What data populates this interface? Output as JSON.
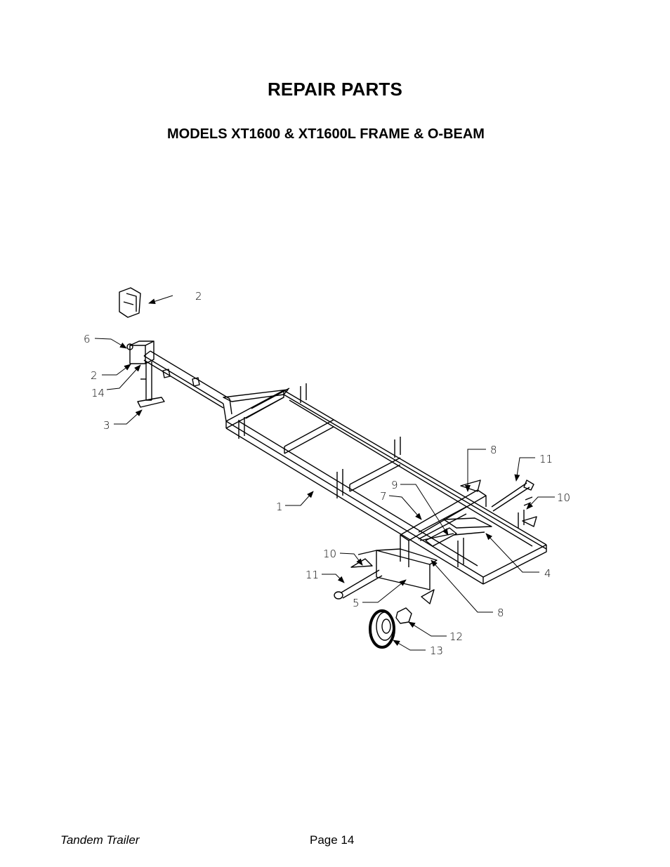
{
  "header": {
    "title": "REPAIR PARTS",
    "subtitle": "MODELS XT1600 & XT1600L FRAME & O-BEAM"
  },
  "diagram": {
    "callouts": {
      "c1": "1",
      "c2a": "2",
      "c2b": "2",
      "c3": "3",
      "c4": "4",
      "c5": "5",
      "c6": "6",
      "c7": "7",
      "c8a": "8",
      "c8b": "8",
      "c9": "9",
      "c10a": "10",
      "c10b": "10",
      "c11a": "11",
      "c11b": "11",
      "c12": "12",
      "c13": "13",
      "c14": "14"
    }
  },
  "footer": {
    "left": "Tandem Trailer",
    "right": "Page 14"
  }
}
